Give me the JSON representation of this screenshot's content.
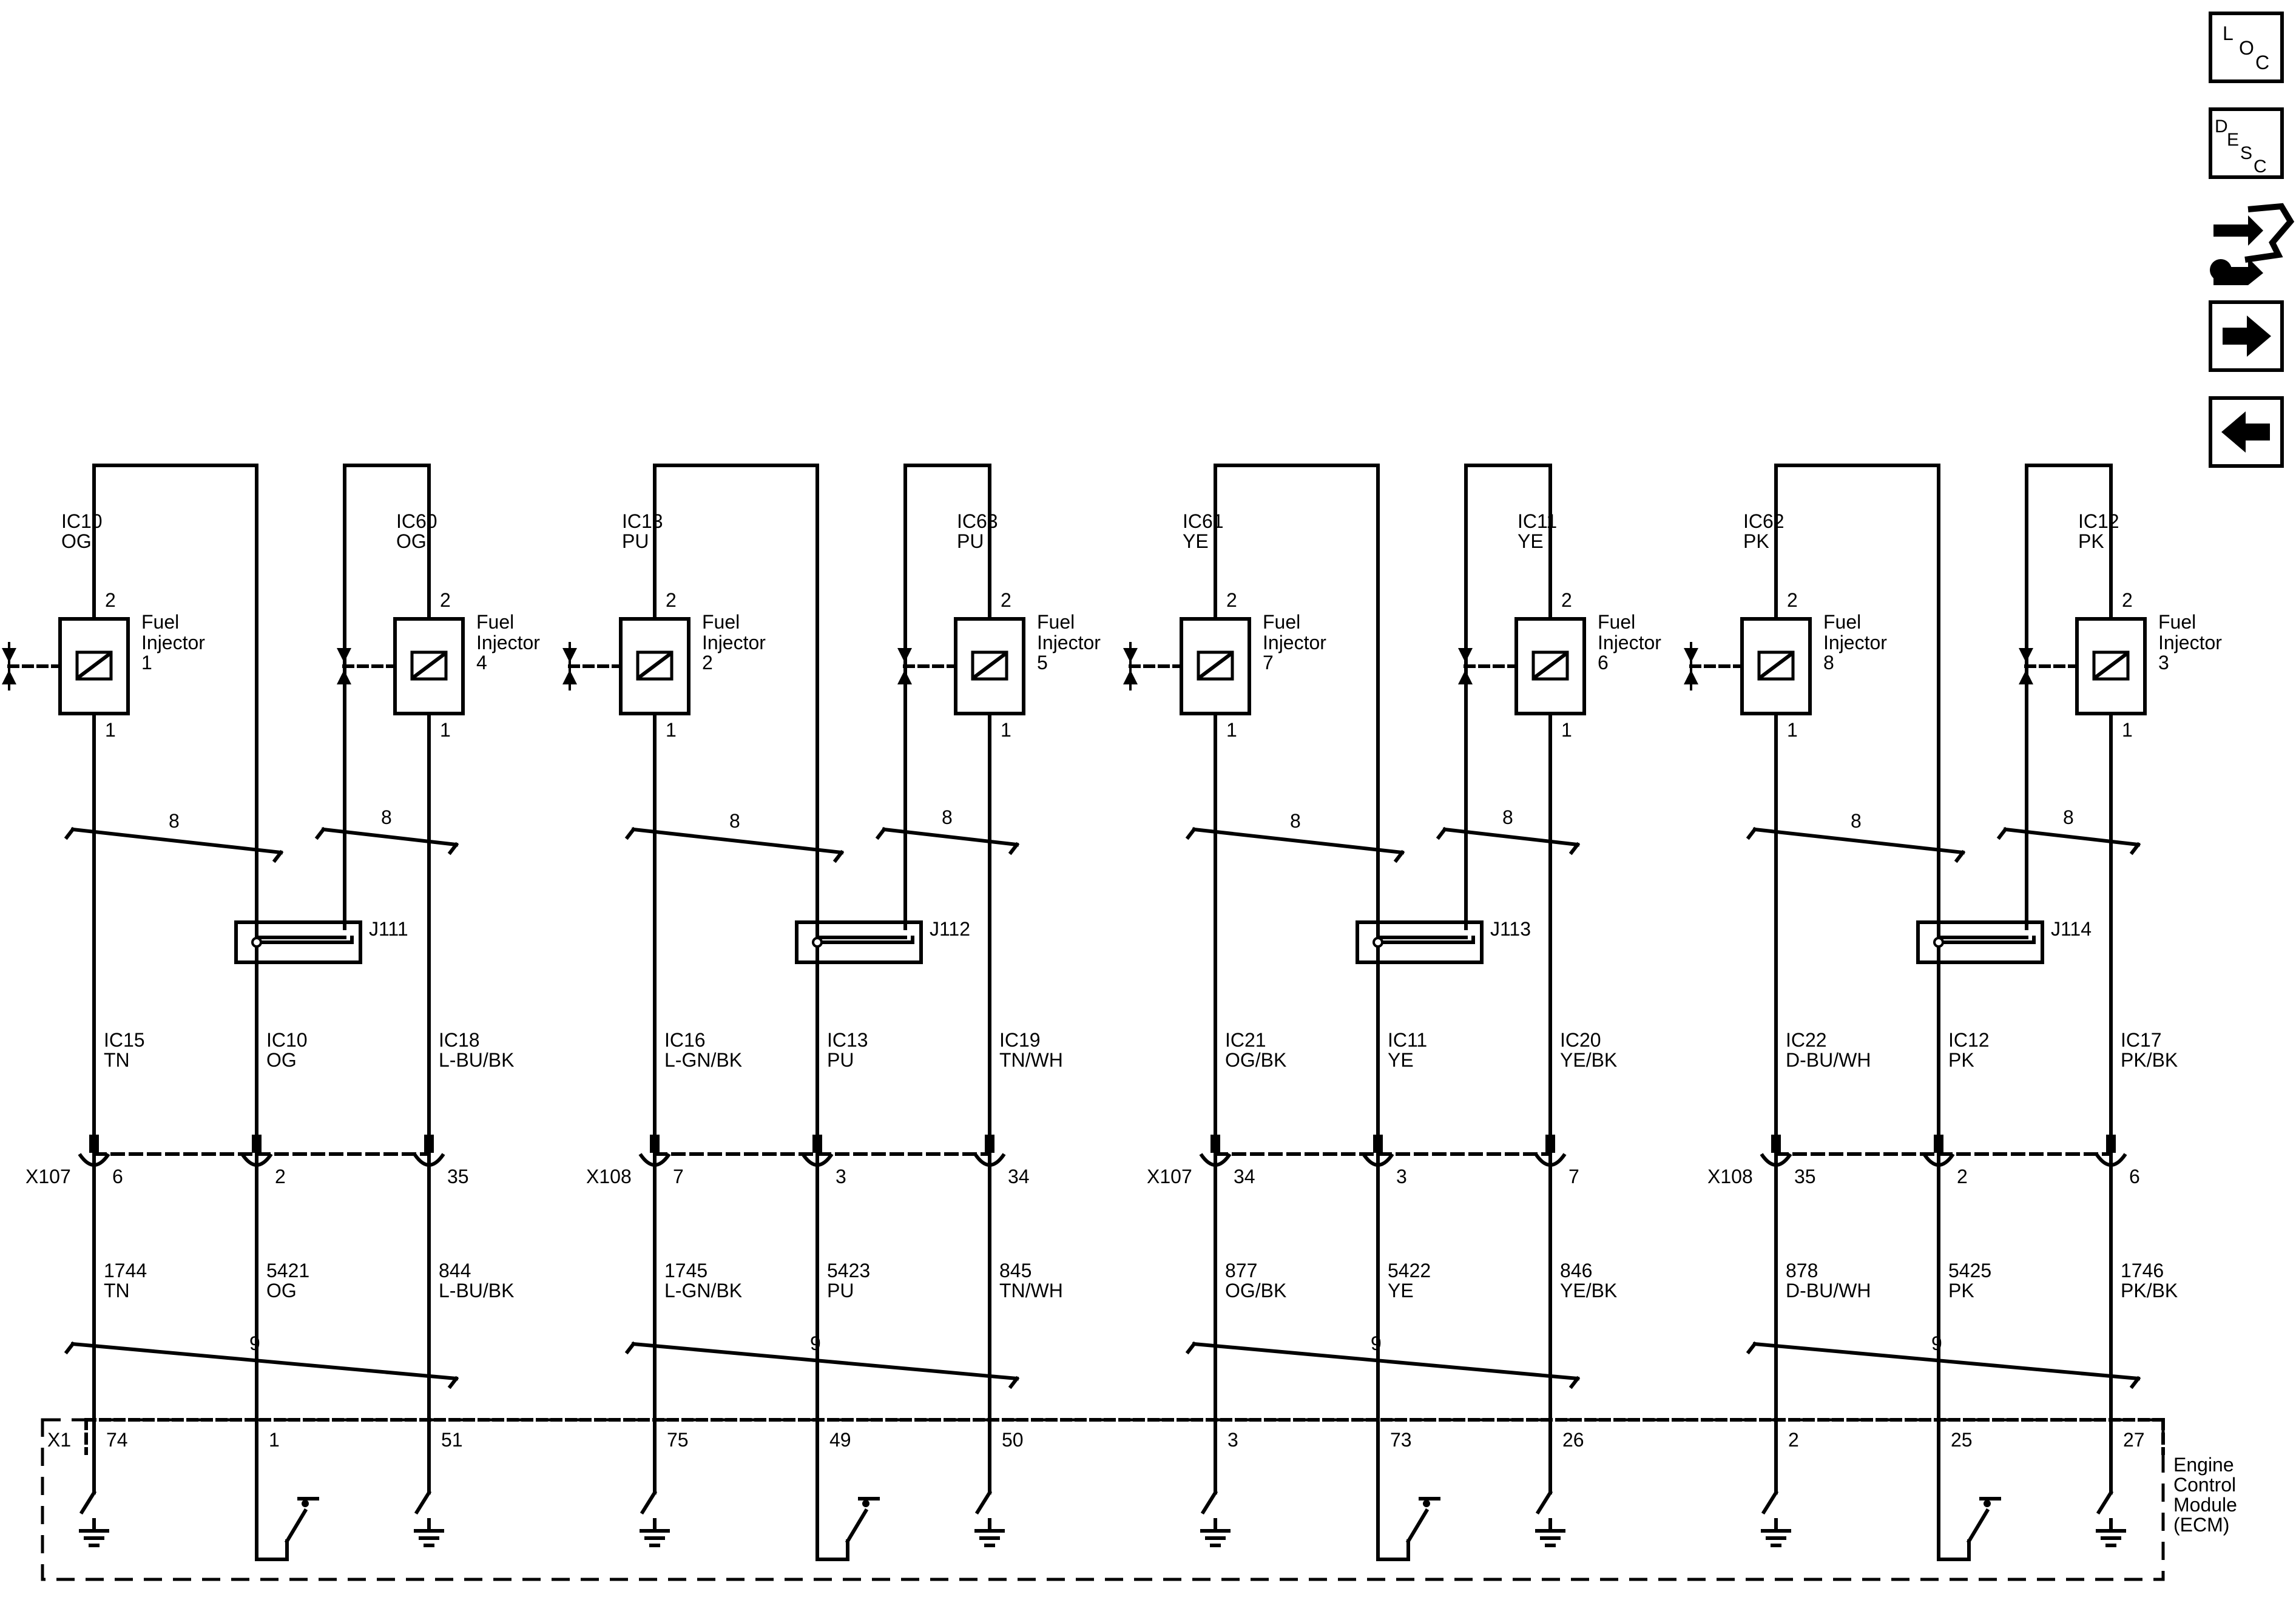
{
  "nav": {
    "loc": [
      "L",
      "O",
      "C"
    ],
    "desc": [
      "D",
      "E",
      "S",
      "C"
    ]
  },
  "groups": [
    {
      "splice": "J111",
      "inj_a": {
        "circuit": "IC10",
        "color": "OG",
        "label": "Fuel Injector",
        "num": "1",
        "pin_top": "2",
        "pin_bot": "1"
      },
      "inj_b": {
        "circuit": "IC60",
        "color": "OG",
        "label": "Fuel Injector",
        "num": "4",
        "pin_top": "2",
        "pin_bot": "1"
      },
      "upper_mark_a": "8",
      "upper_mark_b": "8",
      "mid_wires": [
        {
          "circuit": "IC15",
          "color": "TN"
        },
        {
          "circuit": "IC10",
          "color": "OG"
        },
        {
          "circuit": "IC18",
          "color": "L-BU/BK"
        }
      ],
      "connector": "X107",
      "pins": [
        "6",
        "2",
        "35"
      ],
      "low_wires": [
        {
          "circuit": "1744",
          "color": "TN"
        },
        {
          "circuit": "5421",
          "color": "OG"
        },
        {
          "circuit": "844",
          "color": "L-BU/BK"
        }
      ],
      "lower_mark": "9",
      "ecm_pins": [
        "74",
        "1",
        "51"
      ]
    },
    {
      "splice": "J112",
      "inj_a": {
        "circuit": "IC13",
        "color": "PU",
        "label": "Fuel Injector",
        "num": "2",
        "pin_top": "2",
        "pin_bot": "1"
      },
      "inj_b": {
        "circuit": "IC63",
        "color": "PU",
        "label": "Fuel Injector",
        "num": "5",
        "pin_top": "2",
        "pin_bot": "1"
      },
      "upper_mark_a": "8",
      "upper_mark_b": "8",
      "mid_wires": [
        {
          "circuit": "IC16",
          "color": "L-GN/BK"
        },
        {
          "circuit": "IC13",
          "color": "PU"
        },
        {
          "circuit": "IC19",
          "color": "TN/WH"
        }
      ],
      "connector": "X108",
      "pins": [
        "7",
        "3",
        "34"
      ],
      "low_wires": [
        {
          "circuit": "1745",
          "color": "L-GN/BK"
        },
        {
          "circuit": "5423",
          "color": "PU"
        },
        {
          "circuit": "845",
          "color": "TN/WH"
        }
      ],
      "lower_mark": "9",
      "ecm_pins": [
        "75",
        "49",
        "50"
      ]
    },
    {
      "splice": "J113",
      "inj_a": {
        "circuit": "IC61",
        "color": "YE",
        "label": "Fuel Injector",
        "num": "7",
        "pin_top": "2",
        "pin_bot": "1"
      },
      "inj_b": {
        "circuit": "IC11",
        "color": "YE",
        "label": "Fuel Injector",
        "num": "6",
        "pin_top": "2",
        "pin_bot": "1"
      },
      "upper_mark_a": "8",
      "upper_mark_b": "8",
      "mid_wires": [
        {
          "circuit": "IC21",
          "color": "OG/BK"
        },
        {
          "circuit": "IC11",
          "color": "YE"
        },
        {
          "circuit": "IC20",
          "color": "YE/BK"
        }
      ],
      "connector": "X107",
      "pins": [
        "34",
        "3",
        "7"
      ],
      "low_wires": [
        {
          "circuit": "877",
          "color": "OG/BK"
        },
        {
          "circuit": "5422",
          "color": "YE"
        },
        {
          "circuit": "846",
          "color": "YE/BK"
        }
      ],
      "lower_mark": "9",
      "ecm_pins": [
        "3",
        "73",
        "26"
      ]
    },
    {
      "splice": "J114",
      "inj_a": {
        "circuit": "IC62",
        "color": "PK",
        "label": "Fuel Injector",
        "num": "8",
        "pin_top": "2",
        "pin_bot": "1"
      },
      "inj_b": {
        "circuit": "IC12",
        "color": "PK",
        "label": "Fuel Injector",
        "num": "3",
        "pin_top": "2",
        "pin_bot": "1"
      },
      "upper_mark_a": "8",
      "upper_mark_b": "8",
      "mid_wires": [
        {
          "circuit": "IC22",
          "color": "D-BU/WH"
        },
        {
          "circuit": "IC12",
          "color": "PK"
        },
        {
          "circuit": "IC17",
          "color": "PK/BK"
        }
      ],
      "connector": "X108",
      "pins": [
        "35",
        "2",
        "6"
      ],
      "low_wires": [
        {
          "circuit": "878",
          "color": "D-BU/WH"
        },
        {
          "circuit": "5425",
          "color": "PK"
        },
        {
          "circuit": "1746",
          "color": "PK/BK"
        }
      ],
      "lower_mark": "9",
      "ecm_pins": [
        "2",
        "25",
        "27"
      ]
    }
  ],
  "ecm": {
    "connector": "X1",
    "label_lines": [
      "Engine",
      "Control",
      "Module",
      "(ECM)"
    ]
  },
  "colors": {
    "line": "#000000",
    "background": "#ffffff"
  }
}
